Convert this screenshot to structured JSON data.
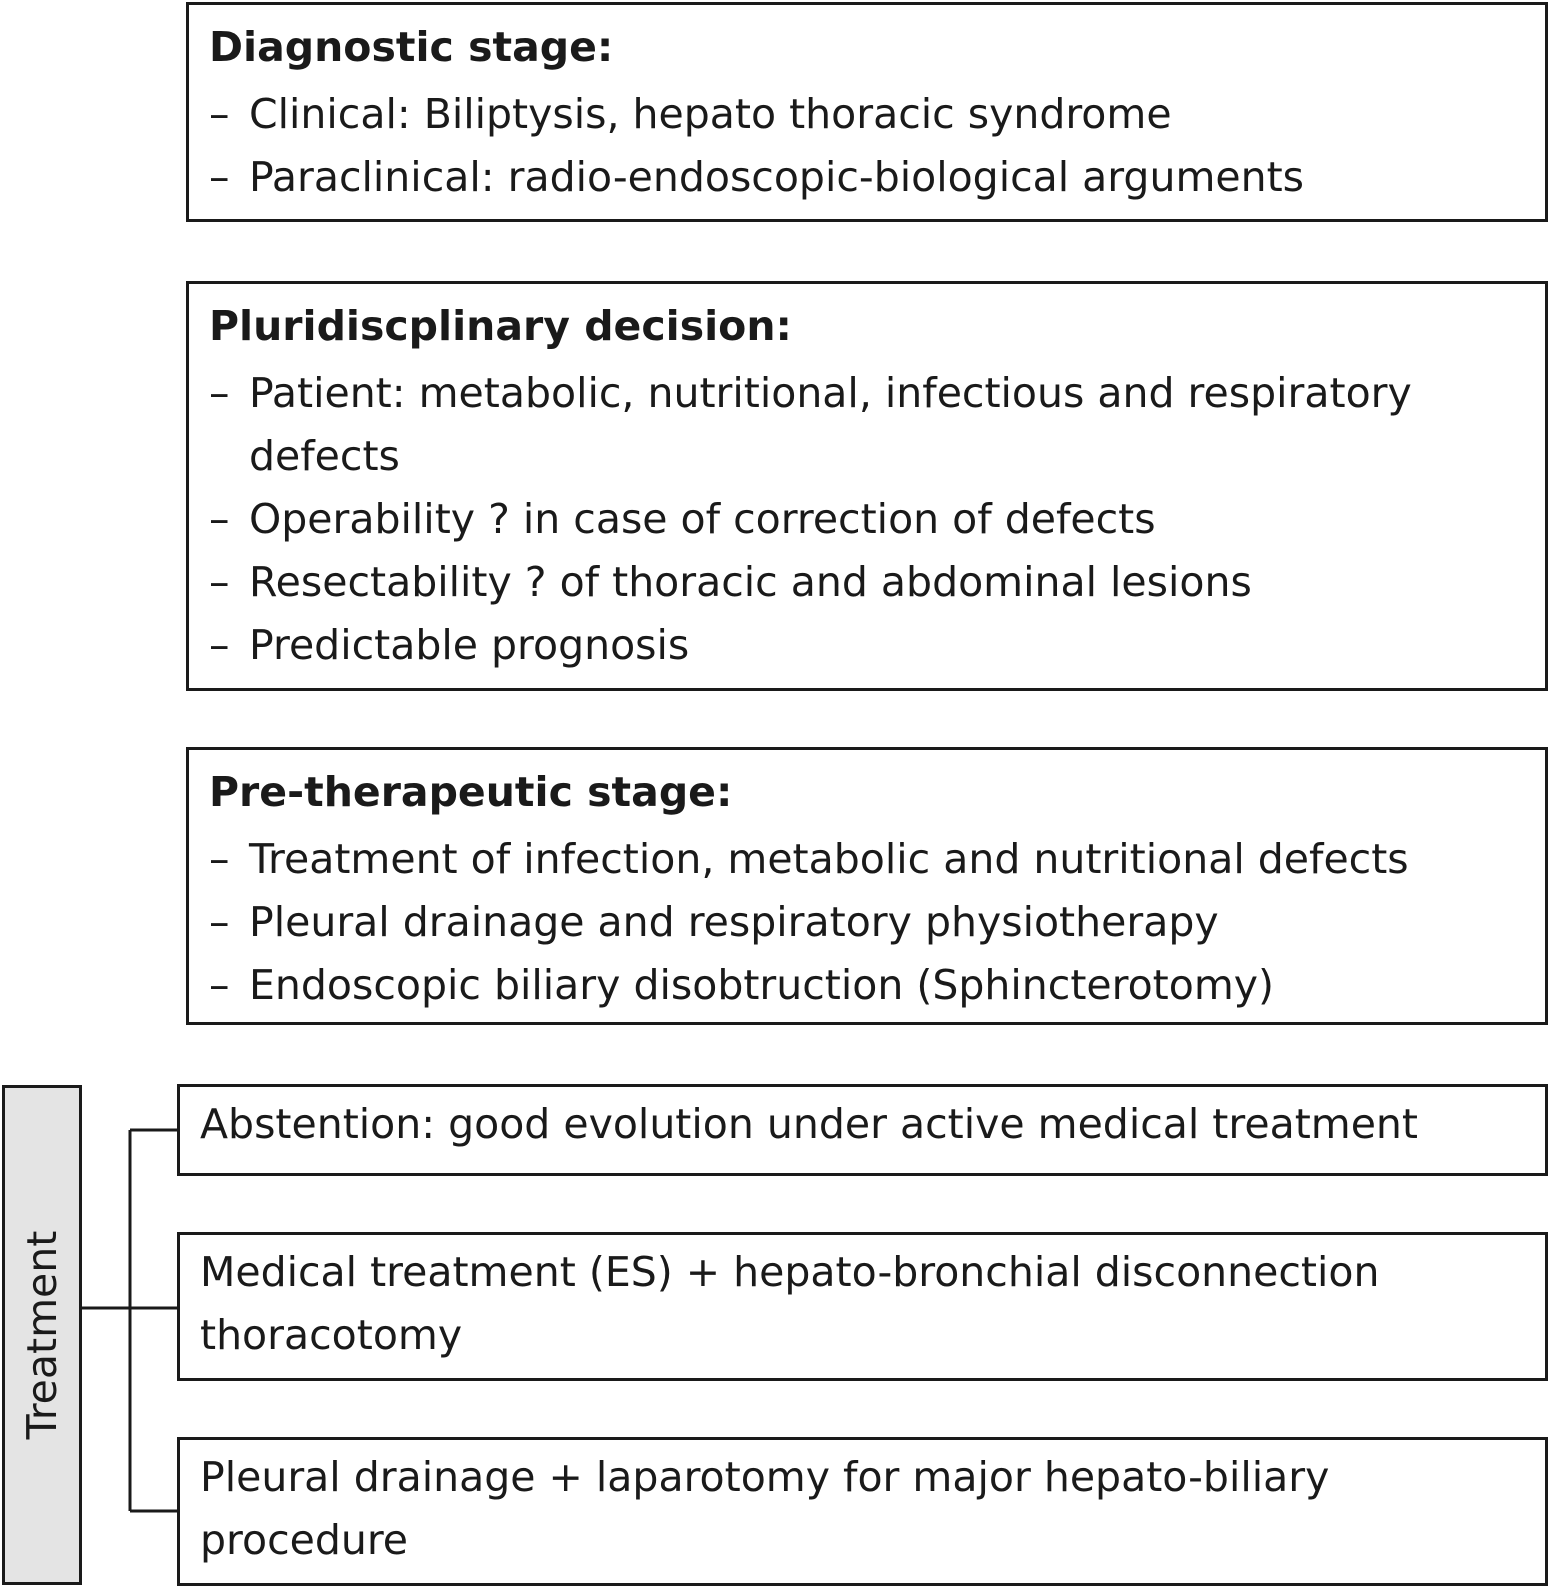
{
  "stages": [
    {
      "title": "Diagnostic stage:",
      "lines": [
        "Clinical: Biliptysis, hepato thoracic syndrome",
        "Paraclinical: radio-endoscopic-biological arguments"
      ]
    },
    {
      "title": "Pluridiscplinary decision:",
      "lines": [
        "Patient: metabolic, nutritional, infectious and respiratory defects",
        "Operability ? in case of correction of defects",
        "Resectability ? of thoracic and abdominal lesions",
        "Predictable prognosis"
      ]
    },
    {
      "title": "Pre-therapeutic stage:",
      "lines": [
        "Treatment of infection, metabolic and nutritional defects",
        "Pleural drainage and respiratory physiotherapy",
        "Endoscopic biliary disobtruction (Sphincterotomy)"
      ]
    }
  ],
  "dash": "–",
  "treatment": {
    "label": "Treatment",
    "options": [
      "Abstention: good evolution under active medical treatment",
      "Medical treatment (ES) + hepato-bronchial disconnection thoracotomy",
      "Pleural drainage + laparotomy for major hepato-biliary procedure"
    ]
  }
}
